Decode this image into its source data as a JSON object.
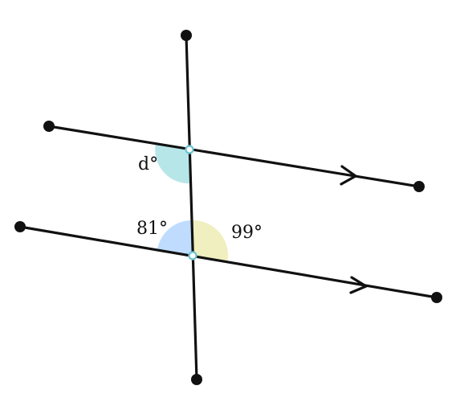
{
  "labels": {
    "angle_d": "d°",
    "angle_81": "81°",
    "angle_99": "99°"
  },
  "colors": {
    "line": "#111111",
    "angle_d_fill": "#b7e6e8",
    "angle_81_fill": "#bfdcff",
    "angle_99_fill": "#efefbf",
    "intersection_ring": "#6cc3d0"
  }
}
